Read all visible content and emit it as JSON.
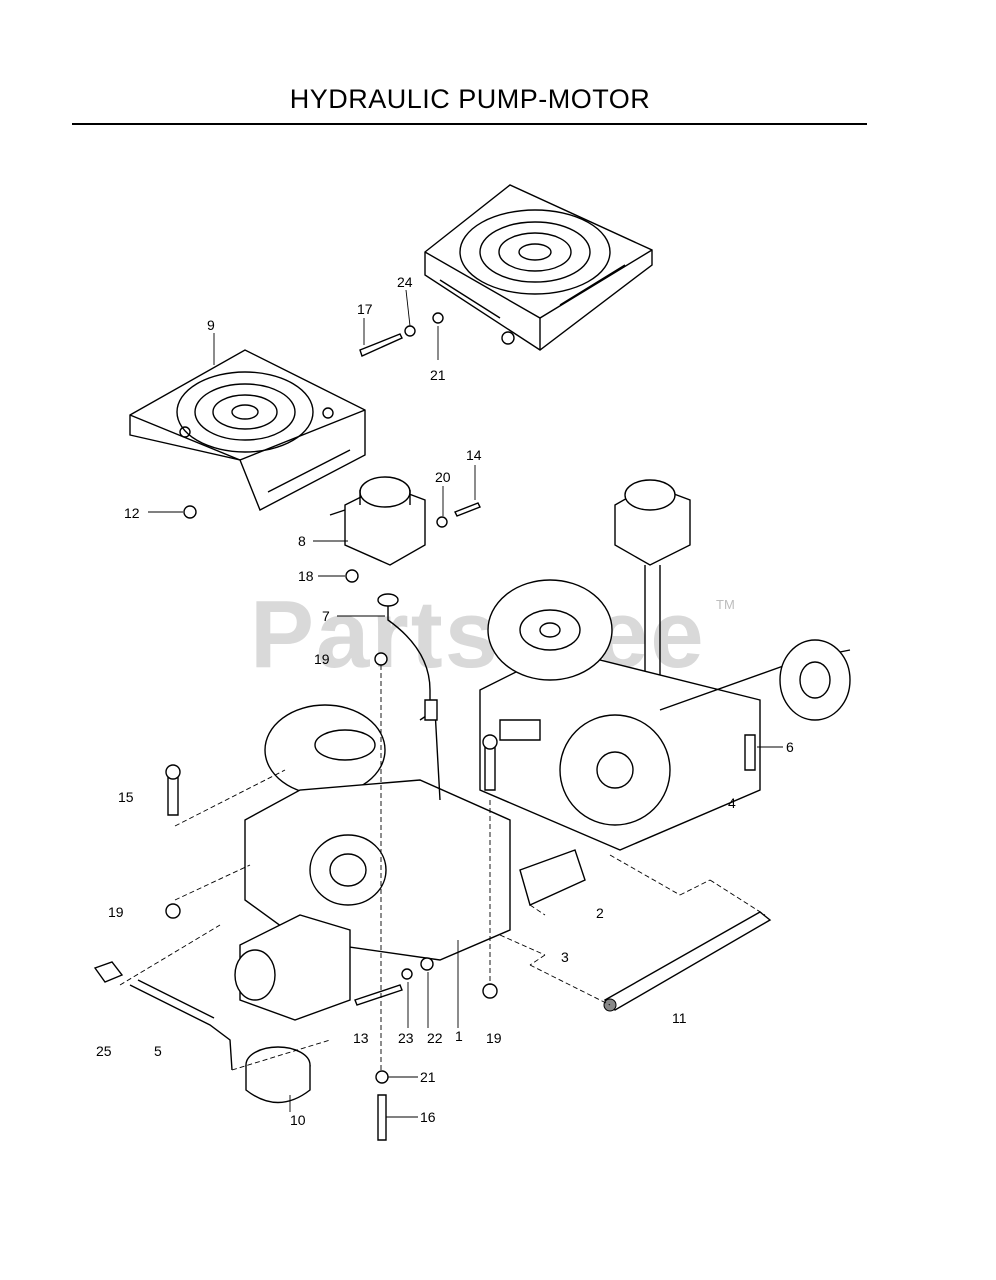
{
  "title": "HYDRAULIC PUMP-MOTOR",
  "watermark": "PartsTree",
  "trademark": "TM",
  "callouts": [
    "1",
    "2",
    "3",
    "4",
    "5",
    "6",
    "7",
    "8",
    "9",
    "10",
    "11",
    "12",
    "13",
    "14",
    "15",
    "16",
    "17",
    "18",
    "19",
    "19",
    "19",
    "20",
    "21",
    "21",
    "22",
    "23",
    "24",
    "25"
  ]
}
